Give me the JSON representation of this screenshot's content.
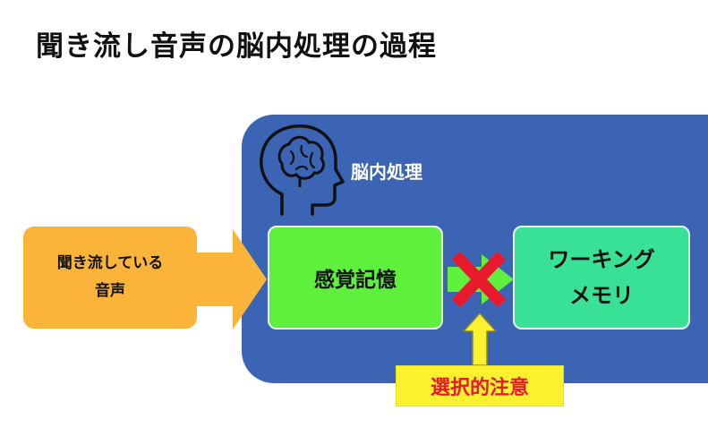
{
  "title": "聞き流し音声の脳内処理の過程",
  "panel": {
    "label": "脳内処理",
    "icon": "head-brain-icon"
  },
  "input": {
    "line1": "聞き流している",
    "line2": "音声"
  },
  "sensory_memory": {
    "label": "感覚記憶"
  },
  "working_memory": {
    "line1": "ワーキング",
    "line2": "メモリ"
  },
  "block_icon": "red-x-icon",
  "attention": {
    "label": "選択的注意"
  },
  "colors": {
    "panel": "#3b64b5",
    "input": "#fbb43a",
    "sensory": "#5ef03c",
    "working": "#38e196",
    "attention_bg": "#fcf12e",
    "attention_text": "#e8192c",
    "cross": "#e8192c"
  }
}
